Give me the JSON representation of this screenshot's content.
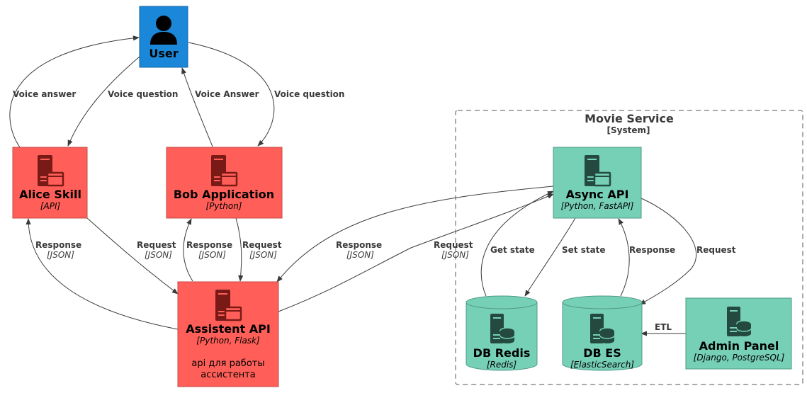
{
  "boundary": {
    "title": "Movie Service",
    "type": "[System]"
  },
  "nodes": {
    "user": {
      "title": "User",
      "color": "#1a87d8"
    },
    "alice": {
      "title": "Alice Skill",
      "tech": "[API]",
      "color": "#ff5f58"
    },
    "bob": {
      "title": "Bob Application",
      "tech": "[Python]",
      "color": "#ff5f58"
    },
    "assistant": {
      "title": "Assistent API",
      "tech": "[Python, Flask]",
      "desc1": "api для работы",
      "desc2": "ассистента",
      "color": "#ff5f58"
    },
    "async_api": {
      "title": "Async API",
      "tech": "[Python, FastAPI]",
      "color": "#76d0b6"
    },
    "redis": {
      "title": "DB Redis",
      "tech": "[Redis]",
      "color": "#76d0b6"
    },
    "es": {
      "title": "DB ES",
      "tech": "[ElasticSearch]",
      "color": "#76d0b6"
    },
    "admin": {
      "title": "Admin Panel",
      "tech": "[Django, PostgreSQL]",
      "color": "#76d0b6"
    }
  },
  "edges": {
    "alice_user": {
      "label": "Voice answer"
    },
    "user_alice": {
      "label": "Voice question"
    },
    "bob_user": {
      "label": "Voice Answer"
    },
    "user_bob": {
      "label": "Voice question"
    },
    "assistant_alice": {
      "label": "Response",
      "tech": "[JSON]"
    },
    "alice_assistant": {
      "label": "Request",
      "tech": "[JSON]"
    },
    "assistant_bob": {
      "label": "Response",
      "tech": "[JSON]"
    },
    "bob_assistant": {
      "label": "Request",
      "tech": "[JSON]"
    },
    "async_assistant": {
      "label": "Response",
      "tech": "[JSON]"
    },
    "assistant_async": {
      "label": "Request",
      "tech": "[JSON]"
    },
    "redis_async": {
      "label": "Get state"
    },
    "async_redis": {
      "label": "Set state"
    },
    "es_async": {
      "label": "Response"
    },
    "async_es": {
      "label": "Request"
    },
    "admin_es": {
      "label": "ETL"
    }
  }
}
